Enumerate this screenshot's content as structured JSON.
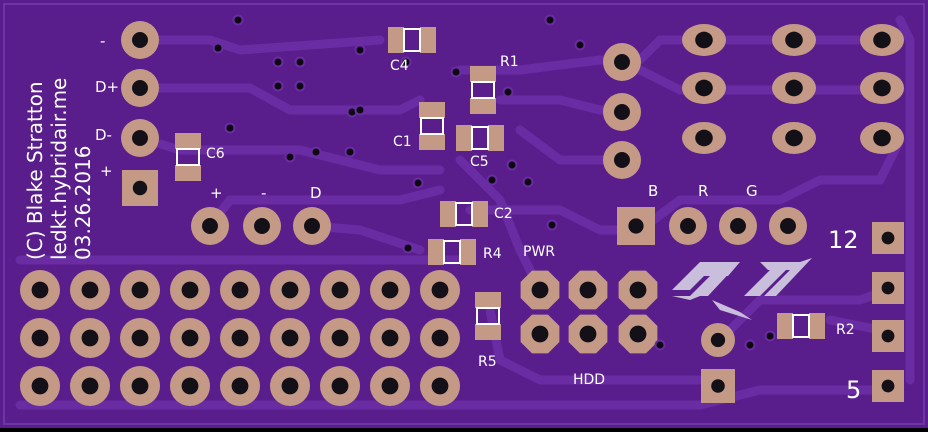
{
  "colors": {
    "board": "#5a1d8c",
    "trace": "#6a2ca2",
    "copper": "#c49a86",
    "hole": "#141018",
    "silk": "#ffffff",
    "via": "#0c0a10"
  },
  "silk": {
    "credit_line1": "(C) Blake Stratton",
    "credit_line2": "ledkt.hybridair.me",
    "credit_line3": "03.26.2016",
    "usb_minus": "-",
    "usb_dplus": "D+",
    "usb_dminus": "D-",
    "usb_plus": "+",
    "hdr_plus": "+",
    "hdr_minus": "-",
    "hdr_d": "D",
    "c4": "C4",
    "r1": "R1",
    "c1": "C1",
    "c5": "C5",
    "c6": "C6",
    "c2": "C2",
    "r4": "R4",
    "r5": "R5",
    "r2": "R2",
    "pwr": "PWR",
    "hdd": "HDD",
    "rgb_b": "B",
    "rgb_r": "R",
    "rgb_g": "G",
    "pin_12": "12",
    "pin_5": "5"
  },
  "logo_icon": "hybridair-logo-icon"
}
